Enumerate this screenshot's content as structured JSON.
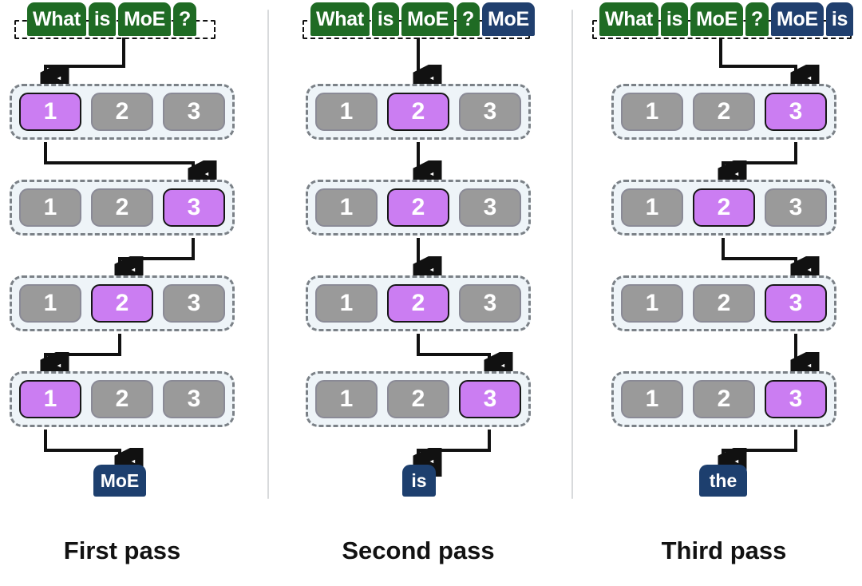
{
  "diagram": {
    "title_absent": true,
    "expert_labels": [
      "1",
      "2",
      "3"
    ],
    "colors": {
      "prompt_token": "#1f6b24",
      "generated_token": "#203f6e",
      "expert_active": "#cb7df2",
      "expert_inactive": "#9a9a9a",
      "expert_row_bg": "#eef4f8",
      "expert_row_border": "#7b8187",
      "arrow": "#111111",
      "separator": "#d8dadc",
      "caption": "#121212"
    }
  },
  "columns": [
    {
      "id": "first-pass",
      "caption": "First pass",
      "tokens": [
        {
          "text": "What",
          "kind": "prompt"
        },
        {
          "text": "is",
          "kind": "prompt"
        },
        {
          "text": "MoE",
          "kind": "prompt"
        },
        {
          "text": "?",
          "kind": "prompt"
        }
      ],
      "layers": [
        {
          "index": 1,
          "active_expert": 1
        },
        {
          "index": 2,
          "active_expert": 3
        },
        {
          "index": 3,
          "active_expert": 2
        },
        {
          "index": 4,
          "active_expert": 1
        }
      ],
      "output_token": "MoE"
    },
    {
      "id": "second-pass",
      "caption": "Second pass",
      "tokens": [
        {
          "text": "What",
          "kind": "prompt"
        },
        {
          "text": "is",
          "kind": "prompt"
        },
        {
          "text": "MoE",
          "kind": "prompt"
        },
        {
          "text": "?",
          "kind": "prompt"
        },
        {
          "text": "MoE",
          "kind": "generated"
        }
      ],
      "layers": [
        {
          "index": 1,
          "active_expert": 2
        },
        {
          "index": 2,
          "active_expert": 2
        },
        {
          "index": 3,
          "active_expert": 2
        },
        {
          "index": 4,
          "active_expert": 3
        }
      ],
      "output_token": "is"
    },
    {
      "id": "third-pass",
      "caption": "Third pass",
      "tokens": [
        {
          "text": "What",
          "kind": "prompt"
        },
        {
          "text": "is",
          "kind": "prompt"
        },
        {
          "text": "MoE",
          "kind": "prompt"
        },
        {
          "text": "?",
          "kind": "prompt"
        },
        {
          "text": "MoE",
          "kind": "generated"
        },
        {
          "text": "is",
          "kind": "generated"
        }
      ],
      "layers": [
        {
          "index": 1,
          "active_expert": 3
        },
        {
          "index": 2,
          "active_expert": 2
        },
        {
          "index": 3,
          "active_expert": 3
        },
        {
          "index": 4,
          "active_expert": 3
        }
      ],
      "output_token": "the"
    }
  ]
}
